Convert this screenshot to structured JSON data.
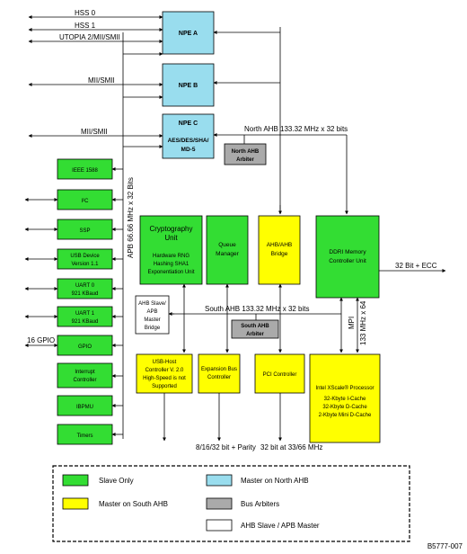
{
  "colors": {
    "slave": "#33dd33",
    "master_south": "#ffff00",
    "master_north": "#99ddee",
    "arbiter": "#aaaaaa",
    "bridge": "#ffffff",
    "line": "#000000"
  },
  "interfaces": {
    "hss0": "HSS 0",
    "hss1": "HSS 1",
    "utopia": "UTOPIA 2/MII/SMII",
    "mii_b": "MII/SMII",
    "mii_c": "MII/SMII",
    "gpio": "16 GPIO",
    "ecc": "32 Bit + ECC",
    "expansion_bus": "8/16/32 bit + Parity",
    "pci_bus": "32 bit at 33/66 MHz"
  },
  "npe": {
    "a": "NPE A",
    "b": "NPE B",
    "c_line1": "NPE C",
    "c_line2": "AES/DES/SHA/",
    "c_line3": "MD-5"
  },
  "buses": {
    "north_ahb": "North AHB  133.32 MHz x 32 bits",
    "south_ahb": "South AHB  133.32 MHz x 32 bits",
    "apb": "APB 66.66 MHz x 32 Bits",
    "mpi": "MPI",
    "mpi_speed": "133 MHz x 64"
  },
  "arbiters": {
    "north_line1": "North AHB",
    "north_line2": "Arbiter",
    "south_line1": "South AHB",
    "south_line2": "Arbiter"
  },
  "peripherals": {
    "ieee": "IEEE 1588",
    "i2c": "I²C",
    "ssp": "SSP",
    "usb_dev_line1": "USB Device",
    "usb_dev_line2": "Version 1.1",
    "uart0_line1": "UART 0",
    "uart0_line2": "921 KBaud",
    "uart1_line1": "UART 1",
    "uart1_line2": "921 KBaud",
    "gpio": "GPIO",
    "int_line1": "Interrupt",
    "int_line2": "Controller",
    "ibpmu": "IBPMU",
    "timers": "Timers"
  },
  "units": {
    "crypto_line1": "Cryptography",
    "crypto_line2": "Unit",
    "crypto_line3": "Hardware RNG",
    "crypto_line4": "Hashing SHA1",
    "crypto_line5": "Exponentiation Unit",
    "queue_line1": "Queue",
    "queue_line2": "Manager",
    "ahbahb_line1": "AHB/AHB",
    "ahbahb_line2": "Bridge",
    "ddr_line1": "DDRI Memory",
    "ddr_line2": "Controller Unit",
    "apbbridge_line1": "AHB Slave/",
    "apbbridge_line2": "APB",
    "apbbridge_line3": "Master",
    "apbbridge_line4": "Bridge",
    "usbhost_line1": "USB-Host",
    "usbhost_line2": "Controller V. 2.0",
    "usbhost_line3": "High-Speed is not",
    "usbhost_line4": "Supported",
    "expbus_line1": "Expansion Bus",
    "expbus_line2": "Controller",
    "pci": "PCI Controller",
    "xscale_line1": "Intel XScale® Processor",
    "xscale_line2": "32-Kbyte I-Cache",
    "xscale_line3": "32-Kbyte D-Cache",
    "xscale_line4": "2-Kbyte Mini D-Cache"
  },
  "legend": {
    "slave_only": "Slave Only",
    "master_north": "Master on North AHB",
    "master_south": "Master on South AHB",
    "bus_arbiters": "Bus Arbiters",
    "bridge": "AHB Slave / APB Master"
  },
  "figure_id": "B5777-007"
}
